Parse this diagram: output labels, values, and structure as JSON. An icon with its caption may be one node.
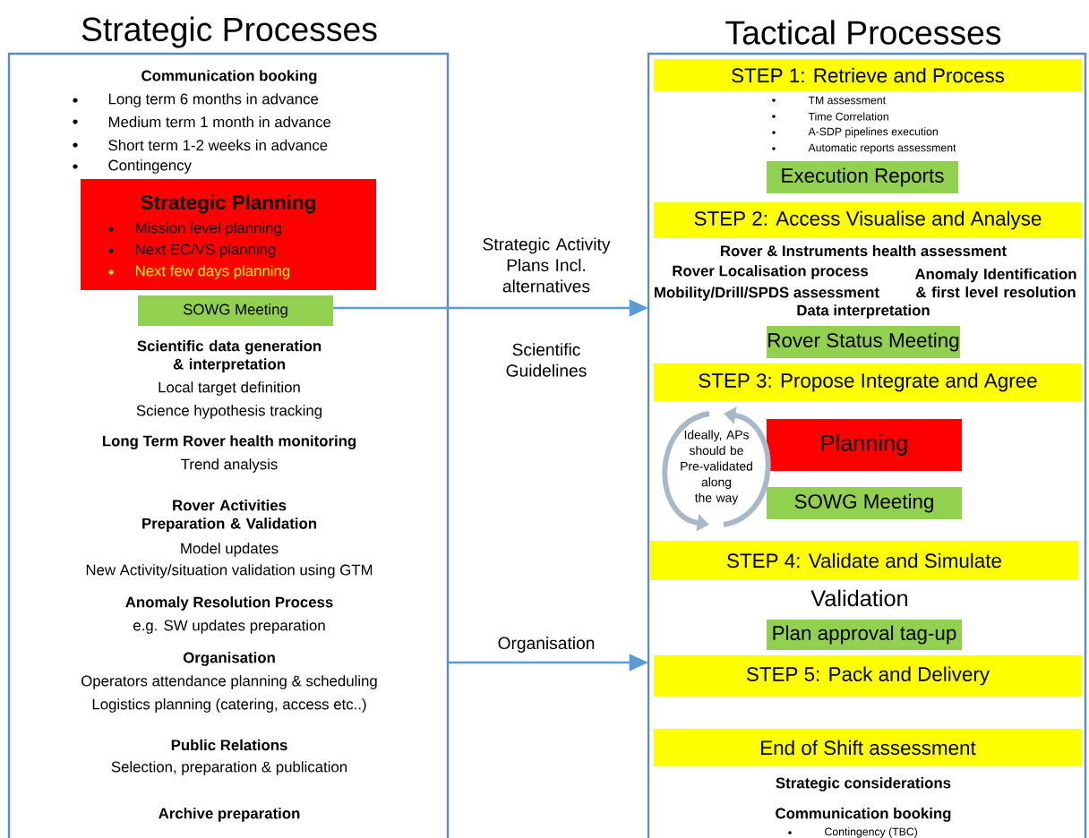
{
  "diagram": {
    "nodes": [
      {
        "text": [
          "Strategic Processes",
          "Communication booking",
          "Long term 6 months in advance",
          "Medium term 1 month in advance",
          "Short term 1-2 weeks in advance",
          "Contingency",
          "Scientific data generation & interpretation",
          "Local target definition",
          "Science hypothesis tracking",
          "Long Term Rover health monitoring",
          "Trend analysis",
          "Rover Activities Preparation & Validation",
          "Model updates",
          "New Activity/situation validation using GTM",
          "Anomaly Resolution Process",
          "e.g. SW updates preparation",
          "Organisation",
          "Operators attendance planning & scheduling",
          "Logistics planning (catering, access etc..)",
          "Public Relations",
          "Selection, preparation & publication",
          "Archive preparation"
        ]
      },
      {
        "text": [
          "Strategic Planning",
          "Mission level planning",
          "Next EC/VS planning",
          "Next few days planning"
        ],
        "in": 0
      },
      {
        "text": [
          "SOWG Meeting"
        ],
        "in": 0
      },
      {
        "text": [
          "Tactical Processes",
          "TM assessment",
          "Time Correlation",
          "A-SDP pipelines execution",
          "Automatic reports assessment",
          "Rover & Instruments health assessment",
          "Rover Localisation process",
          "Mobility/Drill/SPDS assessment",
          "Anomaly Identification & first level resolution",
          "Data interpretation",
          "Validation",
          "Strategic considerations",
          "Communication booking",
          "Contingency (TBC)"
        ]
      },
      {
        "text": [
          "STEP 1: Retrieve and Process"
        ],
        "in": 3
      },
      {
        "text": [
          "Execution Reports"
        ],
        "in": 3
      },
      {
        "text": [
          "STEP 2: Access Visualise and Analyse"
        ],
        "in": 3
      },
      {
        "text": [
          "Rover Status Meeting"
        ],
        "in": 3
      },
      {
        "text": [
          "STEP 3: Propose Integrate and Agree"
        ],
        "in": 3
      },
      {
        "text": [
          "Ideally, APs should be Pre-validated along the way"
        ],
        "in": 3
      },
      {
        "text": [
          "Planning"
        ],
        "in": 3
      },
      {
        "text": [
          "SOWG Meeting"
        ],
        "in": 3
      },
      {
        "text": [
          "STEP 4: Validate and Simulate"
        ],
        "in": 3
      },
      {
        "text": [
          "Plan approval tag-up"
        ],
        "in": 3
      },
      {
        "text": [
          "STEP 5: Pack and Delivery"
        ],
        "in": 3
      },
      {
        "text": [
          "End of Shift assessment"
        ],
        "in": 3
      }
    ],
    "edges": [
      {
        "from": 2,
        "to": 3,
        "arrow": "to",
        "label": "Strategic Activity Plans Incl. alternatives"
      },
      {
        "from": 0,
        "to": 3,
        "arrow": "to",
        "label": "Organisation"
      }
    ],
    "labels": [
      "Scientific Guidelines"
    ]
  }
}
